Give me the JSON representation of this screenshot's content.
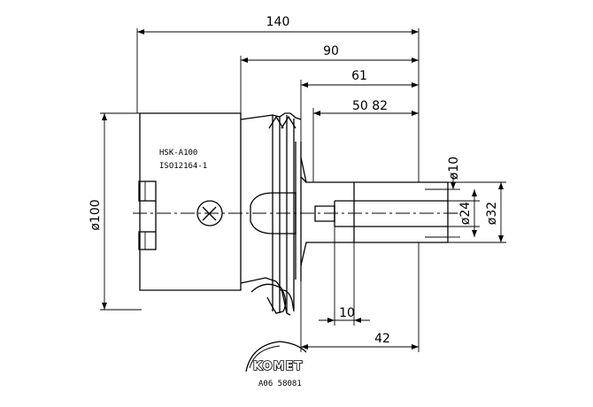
{
  "dimensions": {
    "overall_length": "140",
    "adapter_length": "90",
    "taper_length": "61",
    "reference": "50 82",
    "body_diameter": "ø100",
    "bore_diameter": "ø10",
    "shank_diameter": "ø24",
    "outer_diameter": "ø32",
    "nose_length": "10",
    "projection_length": "42"
  },
  "labels": {
    "part_type": "HSK-A100",
    "part_number": "ISO12164-1",
    "brand_name": "KOMET",
    "drawing_code": "A06 58081"
  }
}
